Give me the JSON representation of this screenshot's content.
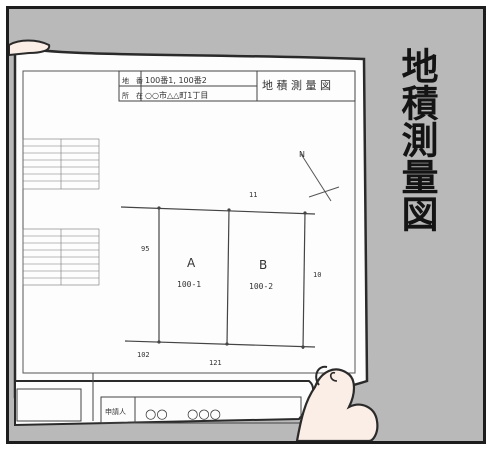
{
  "vertical_title": "地積測量図",
  "title_block": {
    "label_parcel": "地　番",
    "value_parcel": "100番1, 100番2",
    "label_location": "所　在",
    "value_location": "○○市△△町1丁目",
    "document_title": "地 積 測 量 図"
  },
  "plot": {
    "left_label": "A",
    "left_number": "100-1",
    "right_label": "B",
    "right_number": "100-2"
  },
  "dimensions": {
    "top": "11",
    "left": "95",
    "right": "10",
    "bottom_left": "102",
    "bottom_center": "121"
  },
  "footer": {
    "label": "申請人",
    "name_first": "○○",
    "name_second": "○○○"
  },
  "colors": {
    "panel_bg": "#b9b9b9",
    "paper": "#fdfdfd",
    "border": "#1d1d1d",
    "skin": "#fbeee6"
  }
}
